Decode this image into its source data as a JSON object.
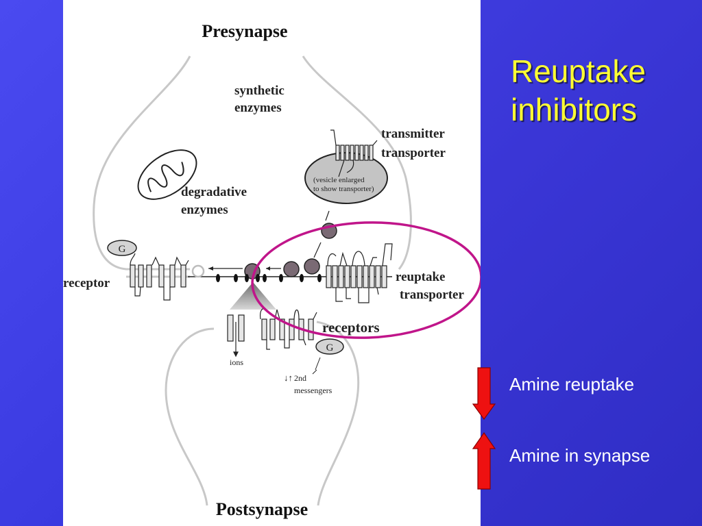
{
  "slide": {
    "title_line1": "Reuptake",
    "title_line2": "inhibitors"
  },
  "diagram": {
    "presynapse": "Presynapse",
    "postsynapse": "Postsynapse",
    "synthetic_line1": "synthetic",
    "synthetic_line2": "enzymes",
    "degradative_line1": "degradative",
    "degradative_line2": "enzymes",
    "transmitter_line1": "transmitter",
    "transmitter_line2": "transporter",
    "vesicle_line1": "(vesicle enlarged",
    "vesicle_line2": "to show transporter)",
    "receptor": "receptor",
    "reuptake_line1": "reuptake",
    "reuptake_line2": "transporter",
    "receptors": "receptors",
    "g_protein": "G",
    "ions": "ions",
    "second_arrows": "↓↑",
    "second_line1": "2nd",
    "second_line2": "messengers"
  },
  "legend": {
    "reuptake": "Amine reuptake",
    "synapse": "Amine in synapse",
    "down_color": "#ee1111",
    "up_color": "#ee1111"
  }
}
